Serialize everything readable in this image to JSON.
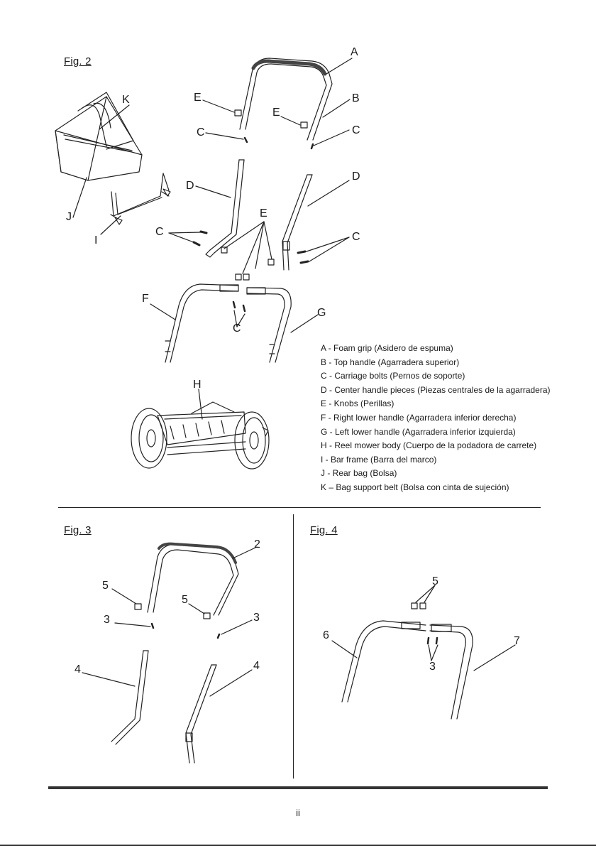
{
  "figures": {
    "fig2": {
      "label": "Fig. 2",
      "callouts": {
        "A": "A",
        "B": "B",
        "C1": "C",
        "C2": "C",
        "C3": "C",
        "C4": "C",
        "C5": "C",
        "D1": "D",
        "D2": "D",
        "E1": "E",
        "E2": "E",
        "E3": "E",
        "F": "F",
        "G": "G",
        "H": "H",
        "I": "I",
        "J": "J",
        "K": "K"
      }
    },
    "fig3": {
      "label": "Fig. 3",
      "callouts": {
        "n2": "2",
        "n3a": "3",
        "n3b": "3",
        "n4a": "4",
        "n4b": "4",
        "n5a": "5",
        "n5b": "5"
      }
    },
    "fig4": {
      "label": "Fig. 4",
      "callouts": {
        "n3": "3",
        "n5": "5",
        "n6": "6",
        "n7": "7"
      }
    }
  },
  "legend": [
    "A - Foam grip (Asidero de espuma)",
    "B - Top handle (Agarradera superior)",
    "C - Carriage bolts (Pernos de soporte)",
    "D - Center handle pieces (Piezas centrales de la agarradera)",
    "E - Knobs (Perillas)",
    "F - Right lower handle (Agarradera inferior derecha)",
    "G - Left lower handle (Agarradera inferior izquierda)",
    "H - Reel mower body (Cuerpo de la podadora de carrete)",
    "I - Bar frame (Barra del marco)",
    "J - Rear bag (Bolsa)",
    "K – Bag support belt (Bolsa con cinta de sujeción)"
  ],
  "page_number": "ii"
}
